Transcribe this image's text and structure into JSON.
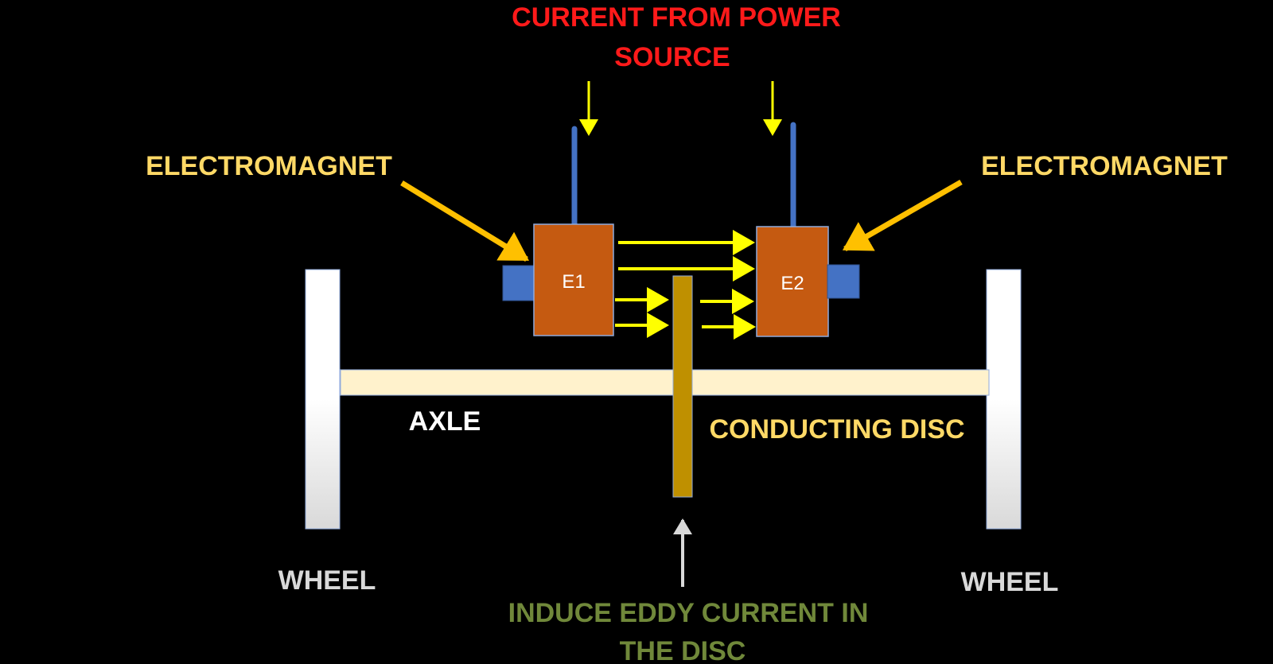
{
  "labels": {
    "power_source_line1": "CURRENT FROM POWER",
    "power_source_line2": "SOURCE",
    "electromagnet_left": "ELECTROMAGNET",
    "electromagnet_right": "ELECTROMAGNET",
    "e1": "E1",
    "e2": "E2",
    "axle": "AXLE",
    "conducting_disc": "CONDUCTING DISC",
    "wheel_left": "WHEEL",
    "wheel_right": "WHEEL",
    "eddy_line1": "INDUCE EDDY CURRENT IN",
    "eddy_line2": "THE DISC"
  },
  "colors": {
    "background": "#000000",
    "power_label": "#ff1a1a",
    "electromagnet_label": "#ffd966",
    "electromagnet_body": "#c55a11",
    "pole_piece": "#4472c4",
    "flux_arrow": "#ffff00",
    "pointer_arrow": "#ffc000",
    "axle": "#fff2cc",
    "disc": "#bf9000",
    "wheel": "#f2f2f2",
    "wheel_label": "#d9d9d9",
    "eddy_label": "#70883a",
    "axle_label": "#ffffff"
  }
}
